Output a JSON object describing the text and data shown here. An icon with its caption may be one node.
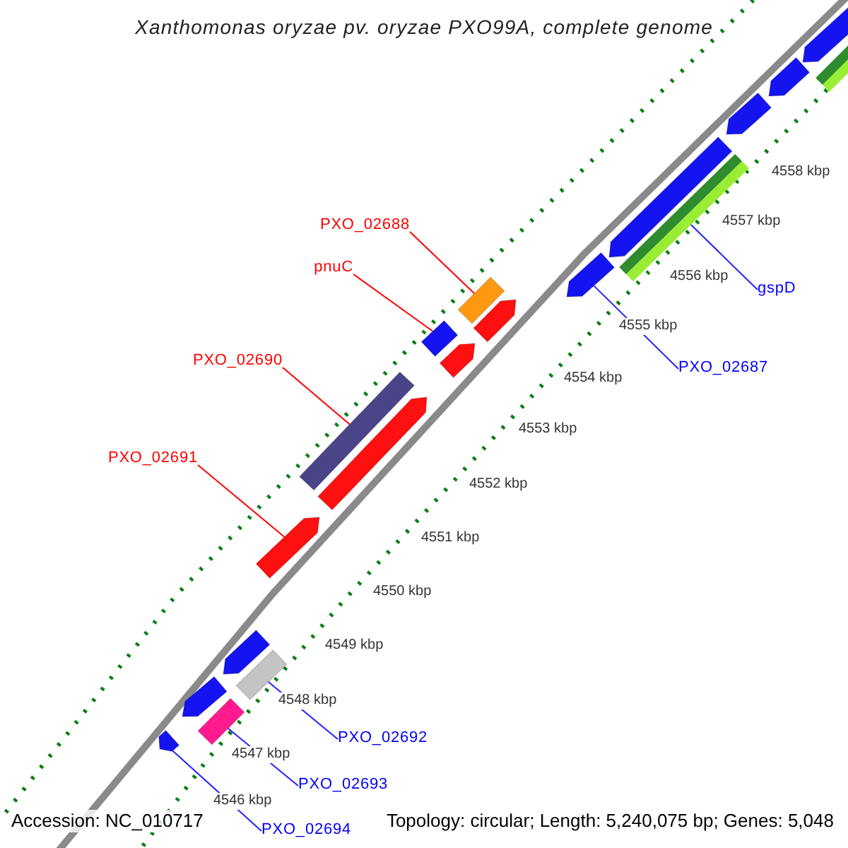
{
  "diagram": {
    "title": "Xanthomonas oryzae pv. oryzae PXO99A, complete genome",
    "nodes": [
      {
        "text": [
          "PXO_02688"
        ]
      },
      {
        "text": [
          "pnuC"
        ]
      },
      {
        "text": [
          "gspD"
        ]
      },
      {
        "text": [
          "PXO_02690"
        ]
      },
      {
        "text": [
          "PXO_02687"
        ]
      },
      {
        "text": [
          "PXO_02691"
        ]
      },
      {
        "text": [
          "PXO_02692"
        ]
      },
      {
        "text": [
          "PXO_02693"
        ]
      },
      {
        "text": [
          "PXO_02694"
        ]
      },
      {
        "text": [],
        "shape": "arrow"
      },
      {
        "text": [],
        "shape": "bar"
      },
      {
        "text": [],
        "shape": "arrow"
      },
      {
        "text": [],
        "shape": "arrow"
      },
      {
        "text": [],
        "shape": "arrow"
      },
      {
        "text": [],
        "shape": "bar"
      },
      {
        "text": [],
        "shape": "arrow"
      },
      {
        "text": [],
        "shape": "bar"
      },
      {
        "text": [],
        "shape": "arrow"
      },
      {
        "text": [],
        "shape": "bar"
      },
      {
        "text": [],
        "shape": "arrow"
      },
      {
        "text": [],
        "shape": "bar"
      },
      {
        "text": [],
        "shape": "arrow"
      },
      {
        "text": [],
        "shape": "arrow"
      },
      {
        "text": [],
        "shape": "arrow"
      },
      {
        "text": [],
        "shape": "bar"
      },
      {
        "text": [],
        "shape": "arrow"
      },
      {
        "text": [],
        "shape": "bar"
      },
      {
        "text": [],
        "shape": "arrow"
      }
    ],
    "edges": [
      {
        "from": 0,
        "to": 16,
        "arrow": "none",
        "color": "#ff0000"
      },
      {
        "from": 1,
        "to": 18,
        "arrow": "none",
        "color": "#ff0000"
      },
      {
        "from": 2,
        "to": 14,
        "arrow": "none"
      },
      {
        "from": 3,
        "to": 20,
        "arrow": "none",
        "color": "#ff0000"
      },
      {
        "from": 4,
        "to": 15,
        "arrow": "none"
      },
      {
        "from": 5,
        "to": 22,
        "arrow": "none",
        "color": "#ff0000"
      },
      {
        "from": 6,
        "to": 24,
        "arrow": "none"
      },
      {
        "from": 7,
        "to": 26,
        "arrow": "none"
      },
      {
        "from": 8,
        "to": 27,
        "arrow": "none"
      }
    ],
    "labels": [
      "4558 kbp",
      "4557 kbp",
      "4556 kbp",
      "4555 kbp",
      "4554 kbp",
      "4553 kbp",
      "4552 kbp",
      "4551 kbp",
      "4550 kbp",
      "4549 kbp",
      "4548 kbp",
      "4547 kbp",
      "4546 kbp",
      "Accession: NC_010717",
      "Topology: circular; Length: 5,240,075 bp; Genes: 5,048"
    ]
  }
}
